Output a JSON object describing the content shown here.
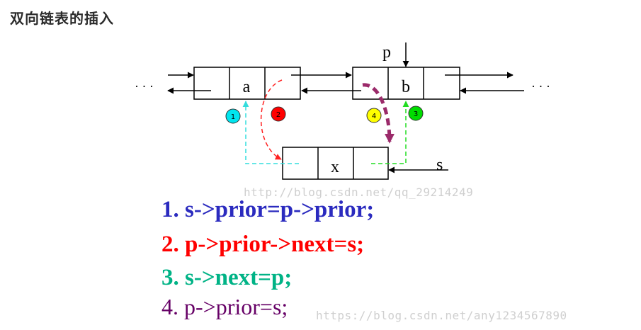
{
  "heading": "双向链表的插入",
  "diagram": {
    "ellipsis_left": "· · ·",
    "ellipsis_right": "· · ·",
    "node_a_label": "a",
    "node_b_label": "b",
    "node_x_label": "x",
    "pointer_p_label": "p",
    "pointer_s_label": "s",
    "markers": [
      {
        "num": "1",
        "color": "#00e5ee"
      },
      {
        "num": "2",
        "color": "#ff0000"
      },
      {
        "num": "3",
        "color": "#00dd00"
      },
      {
        "num": "4",
        "color": "#ffff00"
      }
    ],
    "link_colors": {
      "step1": "#33dddd",
      "step2": "#ff2222",
      "step3": "#22dd22",
      "step4": "#9b2a6a"
    }
  },
  "steps": [
    {
      "text": "1. s->prior=p->prior;",
      "color": "#2b2bbf"
    },
    {
      "text": "2. p->prior->next=s;",
      "color": "#ff0000"
    },
    {
      "text": "3. s->next=p;",
      "color": "#00b386"
    },
    {
      "text": "4. p->prior=s;",
      "color": "#660066"
    }
  ],
  "watermarks": [
    "http://blog.csdn.net/qq_29214249",
    "https://blog.csdn.net/any1234567890"
  ]
}
